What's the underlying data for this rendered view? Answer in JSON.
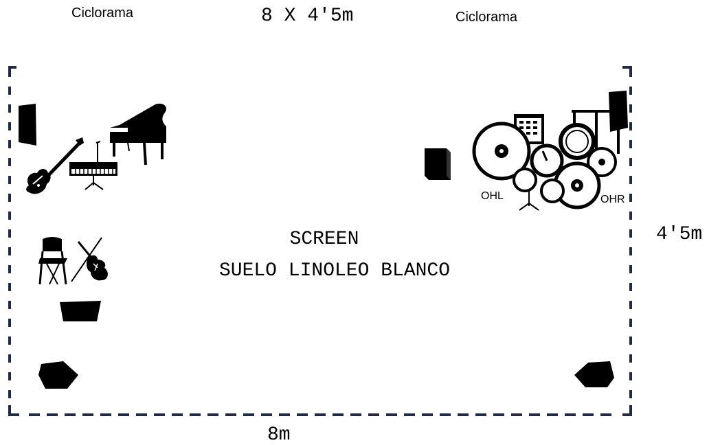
{
  "labels": {
    "cyclorama_left": "Ciclorama",
    "cyclorama_right": "Ciclorama",
    "stage_size": "8 X 4'5m",
    "depth": "4'5m",
    "width": "8m",
    "screen": "SCREEN",
    "floor": "SUELO LINOLEO BLANCO",
    "ohl": "OHL",
    "ohr": "OHR"
  },
  "colors": {
    "border": "#1f2a44",
    "ink": "#000000",
    "background": "#ffffff"
  },
  "icons": [
    "side-fill-speaker-left-icon",
    "bass-guitar-icon",
    "keyboard-on-stand-icon",
    "grand-piano-icon",
    "folding-chair-icon",
    "violin-icon",
    "monitor-wedge-center-icon",
    "monitor-wedge-left-icon",
    "monitor-wedge-right-icon",
    "cajon-icon",
    "drum-kit-icon",
    "side-fill-speaker-right-icon"
  ]
}
